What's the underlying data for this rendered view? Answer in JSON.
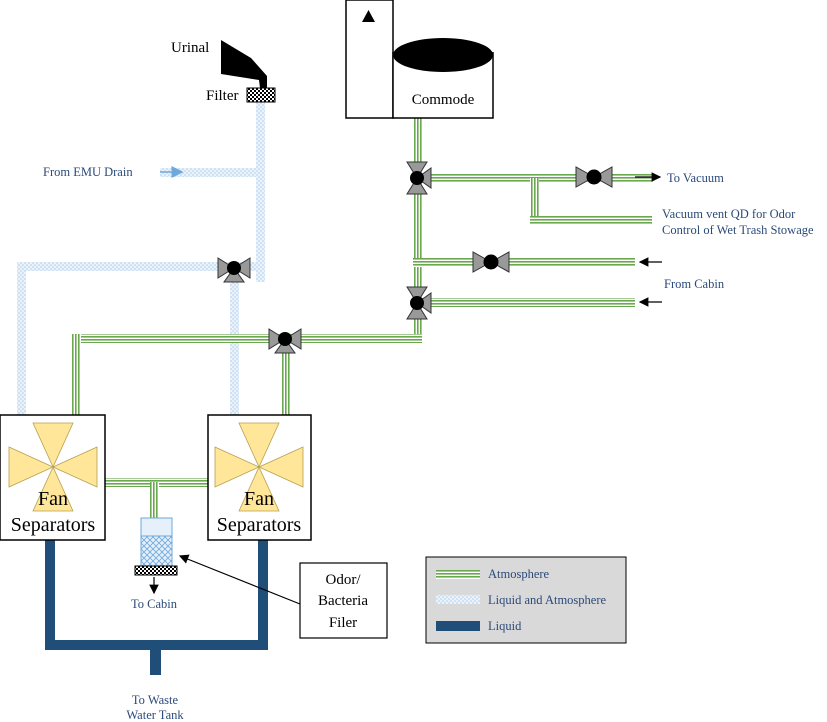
{
  "colors": {
    "atmosphere": "#6aa84f",
    "liquid_atmosphere": "#9fc5e8",
    "liquid": "#1f4e79",
    "text_blue": "#2b4a7a",
    "fan_blade": "#ffe699",
    "legend_bg": "#d9d9d9"
  },
  "labels": {
    "urinal": "Urinal",
    "filter": "Filter",
    "commode": "Commode",
    "from_emu_drain": "From  EMU Drain",
    "to_vacuum": "To Vacuum",
    "vacuum_vent_line1": "Vacuum vent QD for Odor",
    "vacuum_vent_line2": "Control of Wet Trash Stowage",
    "from_cabin": "From Cabin",
    "fan_left": "Fan",
    "separators_left": "Separators",
    "fan_right": "Fan",
    "separators_right": "Separators",
    "to_cabin": "To Cabin",
    "odor_line1": "Odor/",
    "odor_line2": "Bacteria",
    "odor_line3": "Filer",
    "to_waste_line1": "To Waste",
    "to_waste_line2": "Water Tank"
  },
  "legend": {
    "atmosphere": "Atmosphere",
    "liquid_atmosphere": "Liquid and Atmosphere",
    "liquid": "Liquid"
  }
}
